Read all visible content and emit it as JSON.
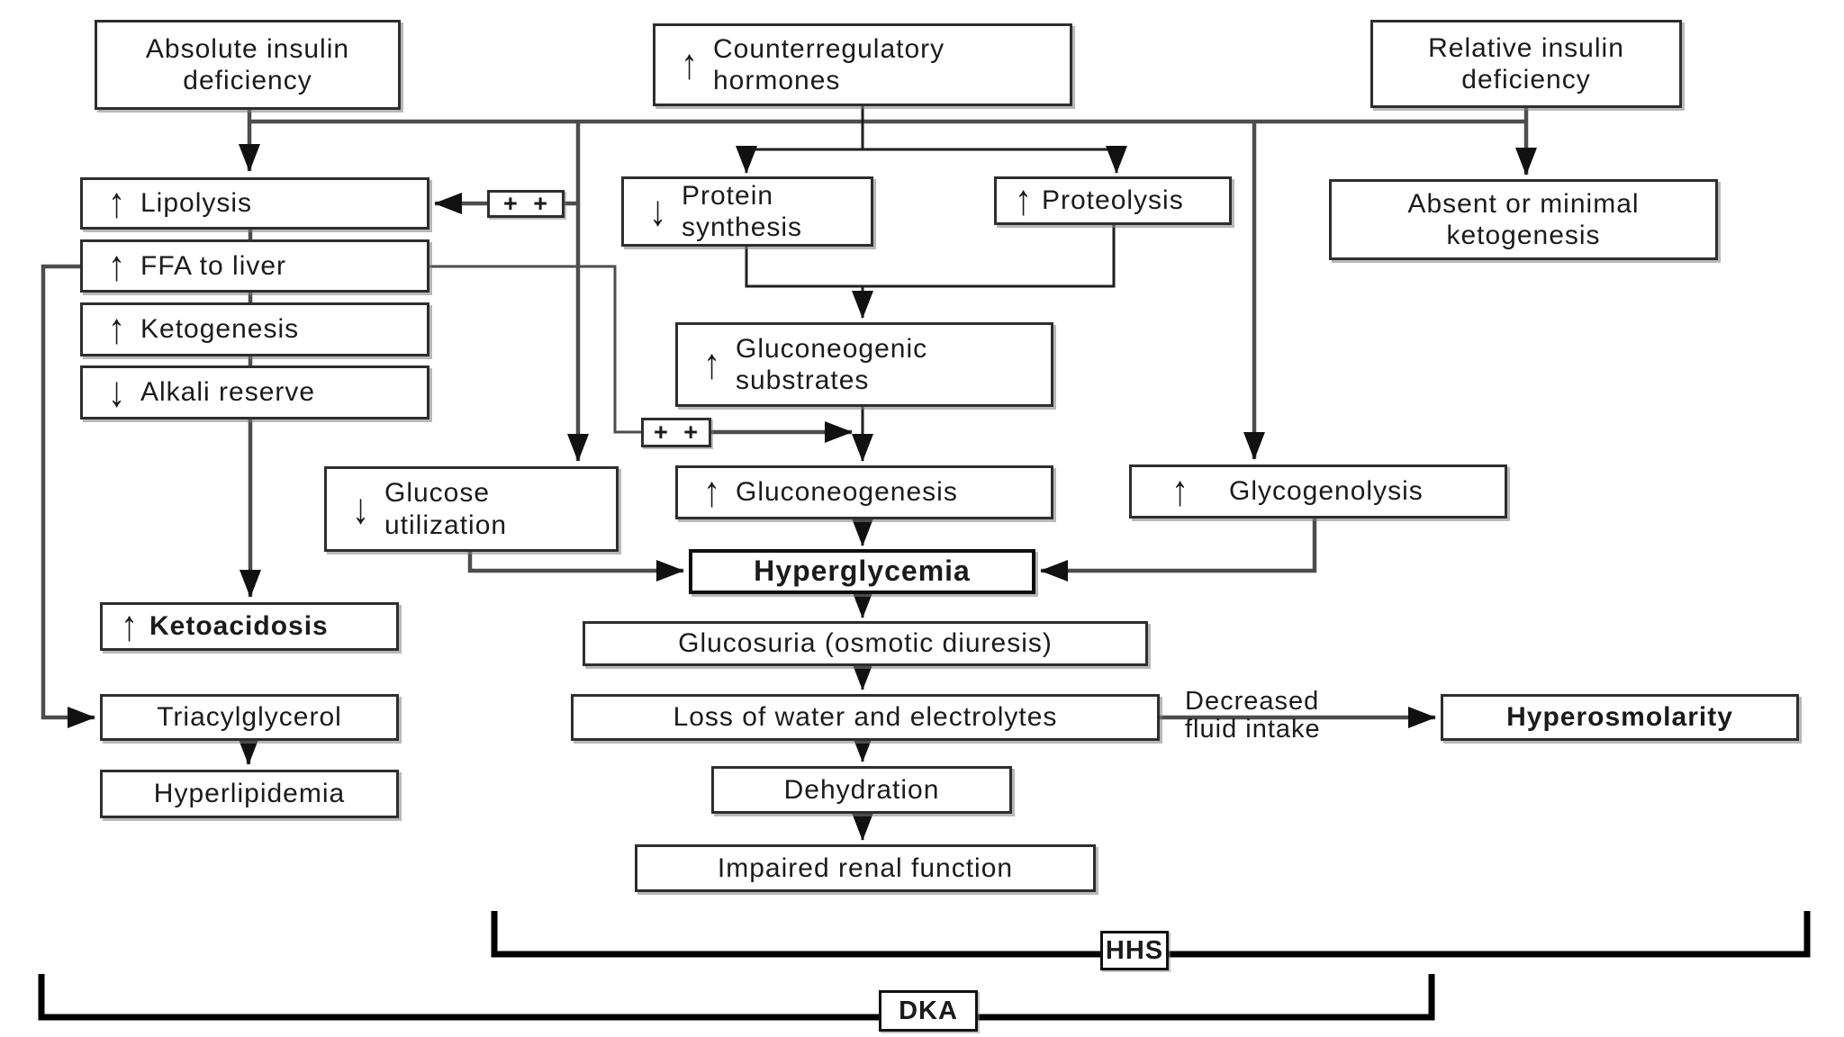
{
  "diagram": {
    "nodes": {
      "absolute": {
        "label": "Absolute insulin deficiency"
      },
      "counterreg": {
        "prefix": "↑",
        "label": "Counterregulatory hormones"
      },
      "relative": {
        "label": "Relative insulin deficiency"
      },
      "lipolysis": {
        "prefix": "↑",
        "label": "Lipolysis"
      },
      "ffa_to_liver": {
        "prefix": "↑",
        "label": "FFA to liver"
      },
      "ketogenesis": {
        "prefix": "↑",
        "label": "Ketogenesis"
      },
      "alkali_reserve": {
        "prefix": "↓",
        "label": "Alkali reserve"
      },
      "protein_synthesis": {
        "prefix": "↓",
        "label": "Protein synthesis"
      },
      "proteolysis": {
        "prefix": "↑",
        "label": "Proteolysis"
      },
      "absent_ketogenesis": {
        "label": "Absent or minimal ketogenesis"
      },
      "gluconeogenic_substrates": {
        "prefix": "↑",
        "label": "Gluconeogenic substrates"
      },
      "glucose_utilization": {
        "prefix": "↓",
        "label": "Glucose utilization"
      },
      "gluconeogenesis": {
        "prefix": "↑",
        "label": "Gluconeogenesis"
      },
      "glycogenolysis": {
        "prefix": "↑",
        "label": "Glycogenolysis"
      },
      "hyperglycemia": {
        "label": "Hyperglycemia"
      },
      "glucosuria": {
        "label": "Glucosuria (osmotic diuresis)"
      },
      "loss_water": {
        "label": "Loss of water and electrolytes"
      },
      "ketoacidosis": {
        "prefix": "↑",
        "label": "Ketoacidosis"
      },
      "triacylglycerol": {
        "label": "Triacylglycerol"
      },
      "hyperlipidemia": {
        "label": "Hyperlipidemia"
      },
      "dehydration": {
        "label": "Dehydration"
      },
      "impaired_renal": {
        "label": "Impaired renal function"
      },
      "hyperosmolarity": {
        "label": "Hyperosmolarity"
      },
      "stimulation_1": {
        "label": "+ +"
      },
      "stimulation_2": {
        "label": "+ +"
      }
    },
    "edge_labels": {
      "decreased_fluid_line1": "Decreased",
      "decreased_fluid_line2": "fluid intake"
    },
    "brackets": {
      "hhs": "HHS",
      "dka": "DKA"
    },
    "colors": {
      "line_gray": "#4d4d4d",
      "line_dark": "#1f1f1f",
      "bracket_black": "#000000",
      "box_border": "#2e2e2e",
      "text": "#1b1b1b",
      "background": "#ffffff"
    }
  }
}
